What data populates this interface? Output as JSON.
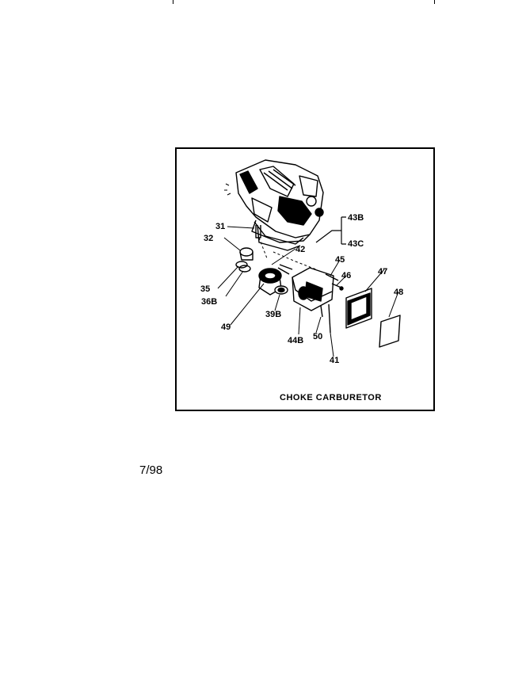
{
  "diagram": {
    "caption": "CHOKE CARBURETOR",
    "part_labels": {
      "p31": "31",
      "p32": "32",
      "p35": "35",
      "p36b": "36B",
      "p39b": "39B",
      "p41": "41",
      "p42": "42",
      "p43b": "43B",
      "p43c": "43C",
      "p44b": "44B",
      "p45": "45",
      "p46": "46",
      "p47": "47",
      "p48": "48",
      "p49": "49",
      "p50": "50"
    }
  },
  "footer": {
    "date_code": "7/98"
  }
}
